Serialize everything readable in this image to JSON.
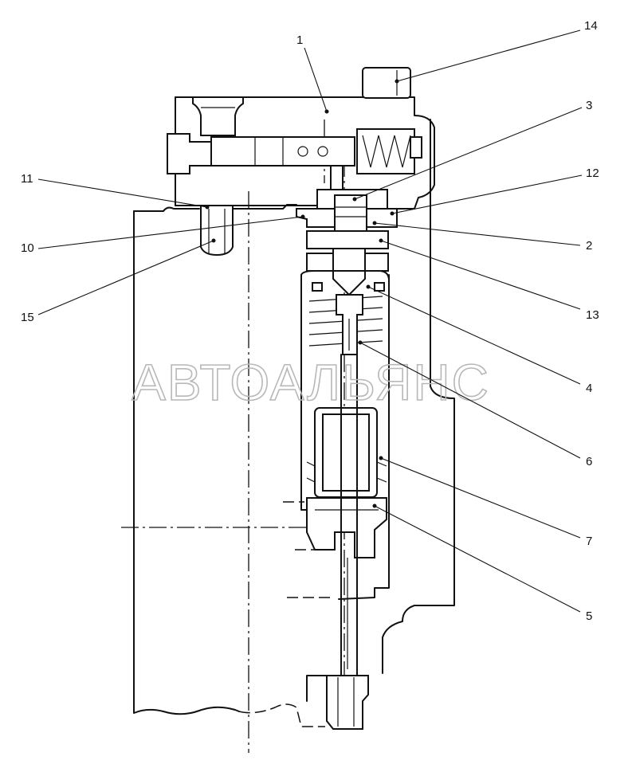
{
  "watermark": "АВТОАЛЬЯНС",
  "callouts": [
    {
      "label": "1"
    },
    {
      "label": "14"
    },
    {
      "label": "3"
    },
    {
      "label": "11"
    },
    {
      "label": "12"
    },
    {
      "label": "10"
    },
    {
      "label": "2"
    },
    {
      "label": "15"
    },
    {
      "label": "13"
    },
    {
      "label": "4"
    },
    {
      "label": "6"
    },
    {
      "label": "7"
    },
    {
      "label": "5"
    }
  ]
}
